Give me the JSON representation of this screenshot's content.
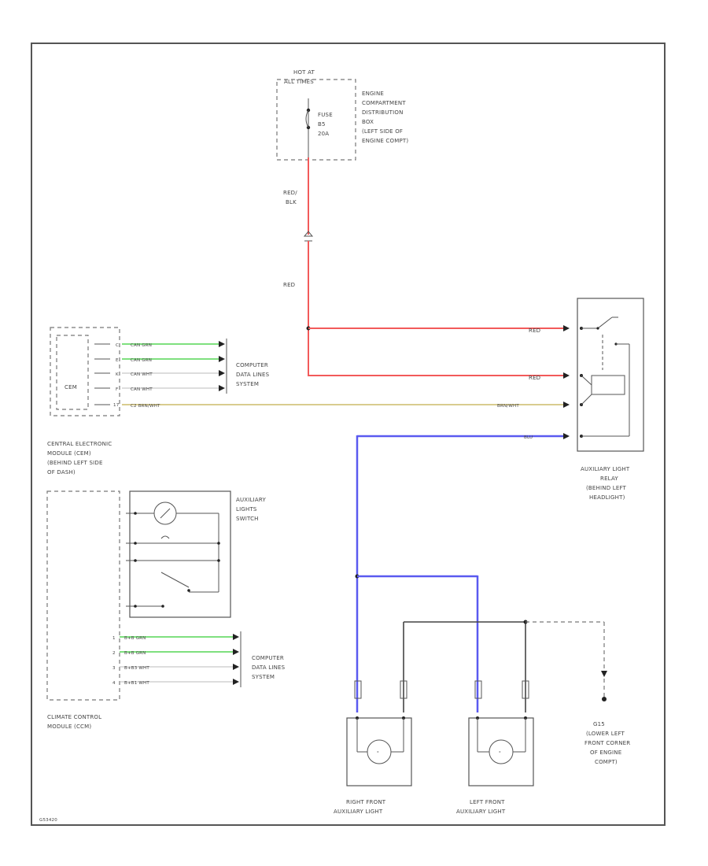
{
  "fuse_block": {
    "hot_label_1": "HOT AT",
    "hot_label_2": "ALL TIMES",
    "fuse_label_1": "FUSE",
    "fuse_label_2": "B5",
    "fuse_label_3": "20A",
    "location": [
      "ENGINE",
      "COMPARTMENT",
      "DISTRIBUTION",
      "BOX",
      "(LEFT SIDE OF",
      "ENGINE COMPT)"
    ]
  },
  "wires": {
    "red_blk": [
      "RED/",
      "BLK"
    ],
    "red": "RED",
    "relay_red_1": "RED",
    "relay_red_2": "RED",
    "brn_wht": "BRN/WHT",
    "blu": "BLU"
  },
  "cem": {
    "label": "CEM",
    "pins": [
      "C",
      "E",
      "K",
      "F",
      "17"
    ],
    "wire_labels": [
      "CAN GRN",
      "CAN GRN",
      "CAN WHT",
      "CAN WHT",
      "C2  BRN/WHT"
    ],
    "data_lines": [
      "COMPUTER",
      "DATA LINES",
      "SYSTEM"
    ],
    "location": [
      "CENTRAL ELECTRONIC",
      "MODULE (CEM)",
      "(BEHIND LEFT SIDE",
      "OF DASH)"
    ]
  },
  "ccm": {
    "pins": [
      "1",
      "2",
      "3",
      "4"
    ],
    "wire_labels": [
      "B+B GRN",
      "B+B GRN",
      "B+B3 WHT",
      "B+B1 WHT"
    ],
    "data_lines": [
      "COMPUTER",
      "DATA LINES",
      "SYSTEM"
    ],
    "location": [
      "CLIMATE CONTROL",
      "MODULE (CCM)"
    ]
  },
  "switch": {
    "label": [
      "AUXILIARY",
      "LIGHTS",
      "SWITCH"
    ]
  },
  "relay": {
    "label": [
      "AUXILIARY LIGHT",
      "RELAY",
      "(BEHIND LEFT",
      "HEADLIGHT)"
    ]
  },
  "ground": {
    "label": [
      "G15",
      "(LOWER LEFT",
      "FRONT CORNER",
      "OF ENGINE",
      "COMPT)"
    ]
  },
  "lights": {
    "right": [
      "RIGHT FRONT",
      "AUXILIARY LIGHT"
    ],
    "left": [
      "LEFT FRONT",
      "AUXILIARY LIGHT"
    ]
  },
  "footer": {
    "code": "G53420"
  }
}
